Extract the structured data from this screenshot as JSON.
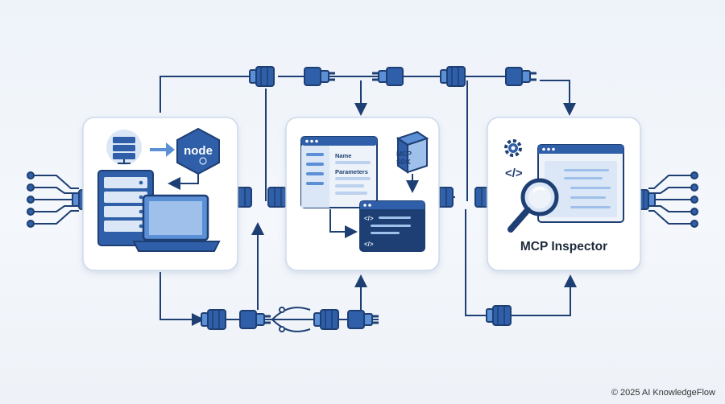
{
  "panels": {
    "node_panel": {
      "badge_text": "node"
    },
    "sdk_panel": {
      "form_name_label": "Name",
      "form_parameters_label": "Parameters",
      "box_label_line1": "MCP",
      "box_label_line2": "SDK",
      "code_tag_top": "</>",
      "code_tag_bottom": "</>"
    },
    "inspector_panel": {
      "title": "MCP Inspector",
      "code_tag": "</>"
    }
  },
  "footer": {
    "copyright": "© 2025 AI KnowledgeFlow"
  },
  "colors": {
    "primary": "#2f5fa8",
    "dark": "#1e3f73",
    "light": "#dbe7f6",
    "accent": "#5b8fd6"
  },
  "icons": [
    "server-icon",
    "arrow-right-icon",
    "nodejs-icon",
    "laptop-icon",
    "browser-window-icon",
    "package-box-icon",
    "code-window-icon",
    "gear-icon",
    "magnifier-icon",
    "plug-connector-icon",
    "circuit-pins-icon"
  ]
}
